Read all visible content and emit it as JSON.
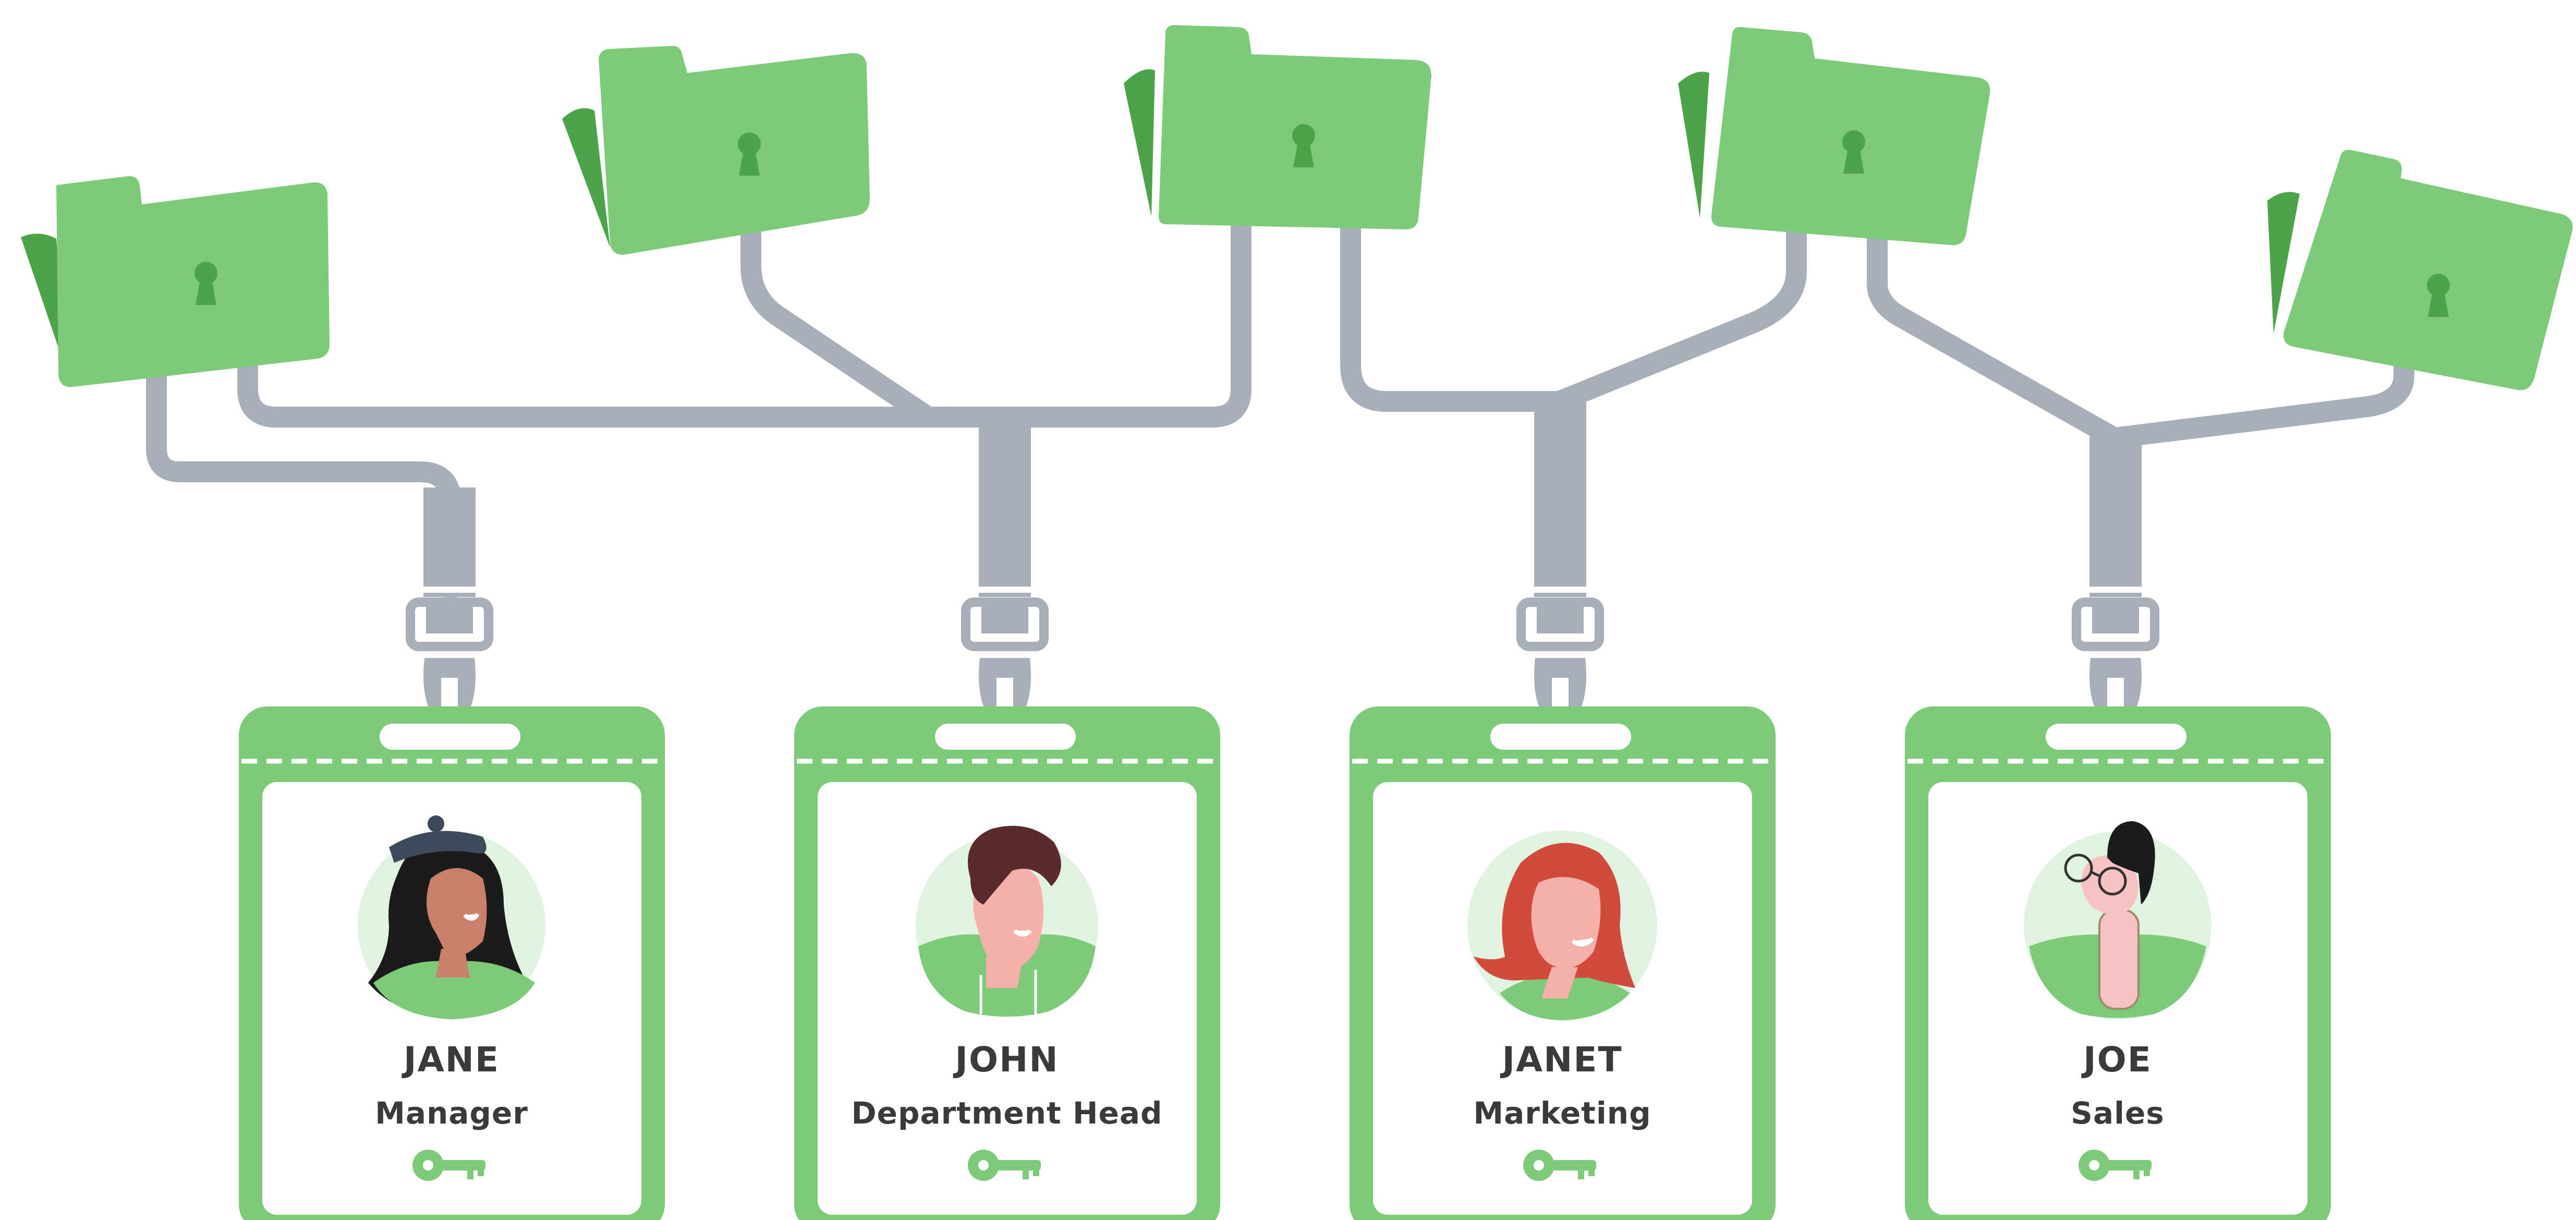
{
  "colors": {
    "folder_light": "#7ECA7B",
    "folder_dark": "#4DA34A",
    "keyhole": "#4DA34A",
    "connector": "#A7B0BA",
    "card_border": "#7ECA7B",
    "card_inner": "#FFFFFF",
    "avatar_bg": "#E0F3DF",
    "text": "#3A3A3A",
    "key_icon": "#7ECA7B"
  },
  "folders": [
    {
      "name": "folder-1",
      "icon": "folder-lock-icon"
    },
    {
      "name": "folder-2",
      "icon": "folder-lock-icon"
    },
    {
      "name": "folder-3",
      "icon": "folder-lock-icon"
    },
    {
      "name": "folder-4",
      "icon": "folder-lock-icon"
    },
    {
      "name": "folder-5",
      "icon": "folder-lock-icon"
    }
  ],
  "badges": [
    {
      "name": "JANE",
      "role": "Manager",
      "avatar": "woman-beret-avatar",
      "key_icon": "key-icon"
    },
    {
      "name": "JOHN",
      "role": "Department Head",
      "avatar": "man-curly-hair-avatar",
      "key_icon": "key-icon"
    },
    {
      "name": "JANET",
      "role": "Marketing",
      "avatar": "woman-red-hair-avatar",
      "key_icon": "key-icon"
    },
    {
      "name": "JOE",
      "role": "Sales",
      "avatar": "man-glasses-avatar",
      "key_icon": "key-icon"
    }
  ]
}
